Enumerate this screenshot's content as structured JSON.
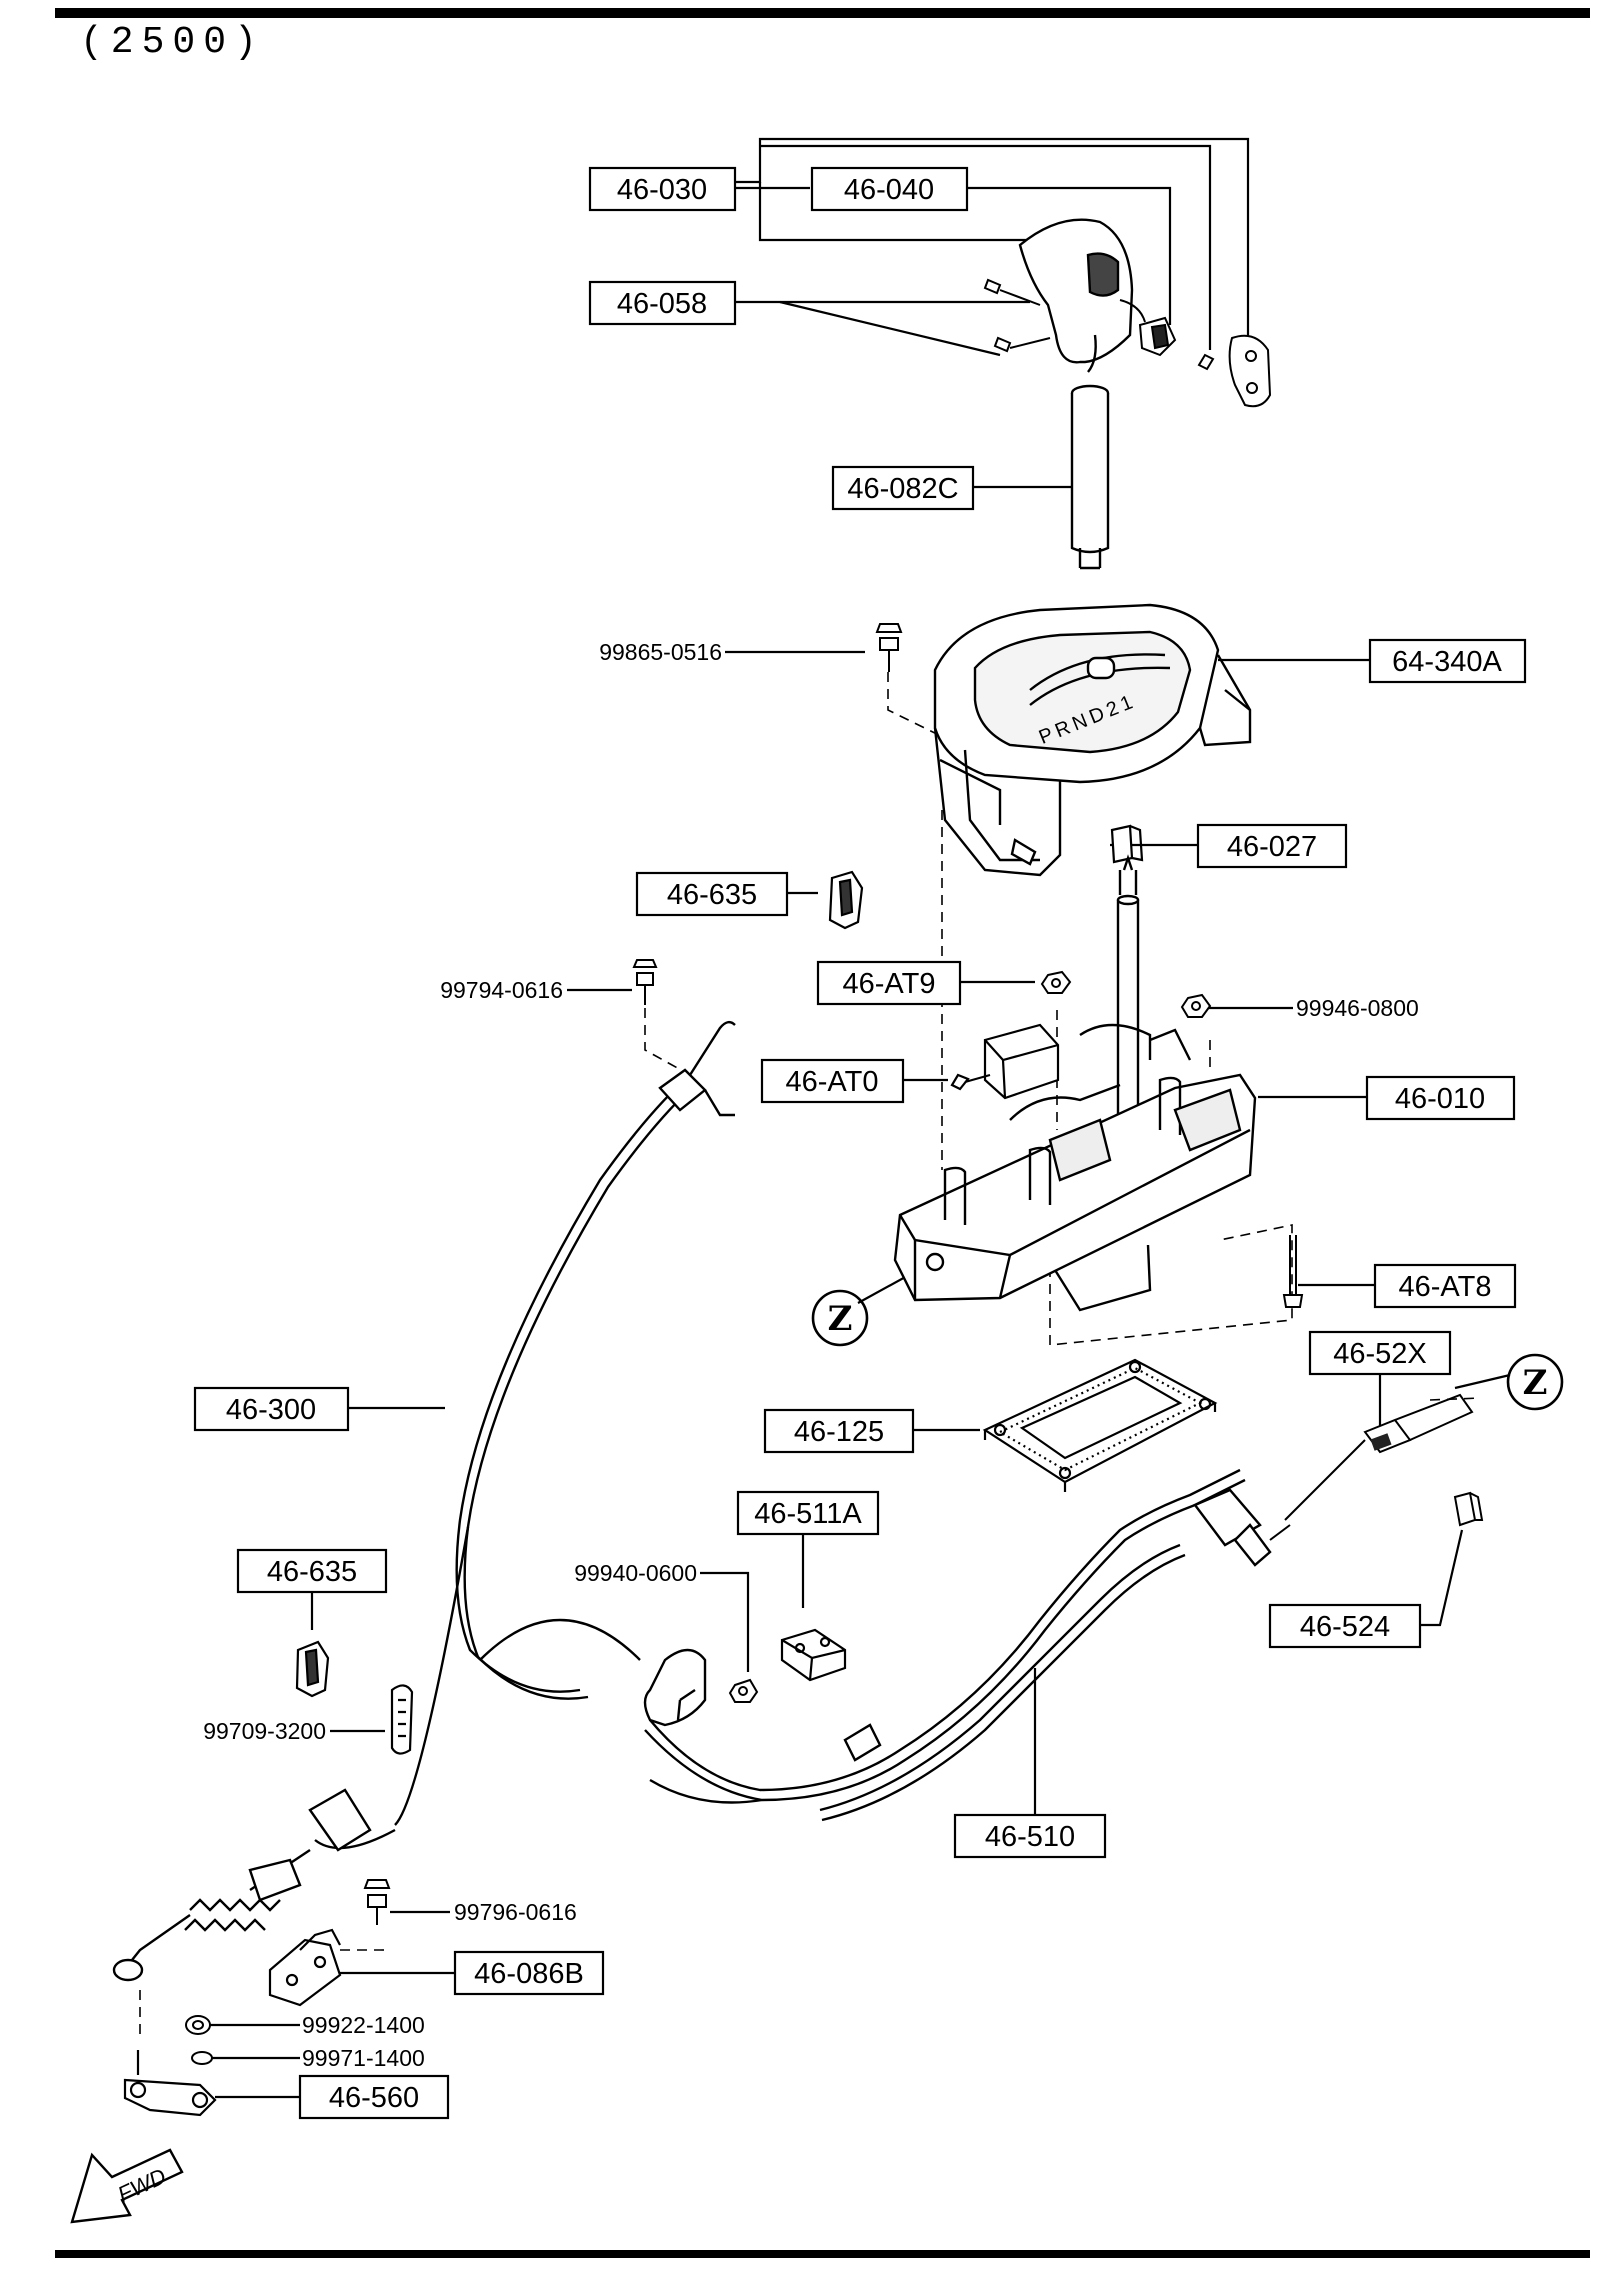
{
  "header": {
    "model": "(2500)"
  },
  "callouts": {
    "c46_030": "46-030",
    "c46_040": "46-040",
    "c46_058": "46-058",
    "c46_082C": "46-082C",
    "c64_340A": "64-340A",
    "c46_027": "46-027",
    "c46_635_top": "46-635",
    "c46_AT9": "46-AT9",
    "c46_AT0": "46-AT0",
    "c46_010": "46-010",
    "c46_AT8": "46-AT8",
    "c46_52X": "46-52X",
    "c46_300": "46-300",
    "c46_125": "46-125",
    "c46_511A": "46-511A",
    "c46_635_bottom": "46-635",
    "c46_524": "46-524",
    "c46_510": "46-510",
    "c46_086B": "46-086B",
    "c46_560": "46-560"
  },
  "part_numbers": {
    "p99865_0516": "99865-0516",
    "p99794_0616": "99794-0616",
    "p99946_0800": "99946-0800",
    "p99940_0600": "99940-0600",
    "p99709_3200": "99709-3200",
    "p99796_0616": "99796-0616",
    "p99922_1400": "99922-1400",
    "p99971_1400": "99971-1400"
  },
  "markers": {
    "z_left": "Z",
    "z_right": "Z"
  },
  "fwd_label": "FWD",
  "shift_pattern": "PRND21"
}
